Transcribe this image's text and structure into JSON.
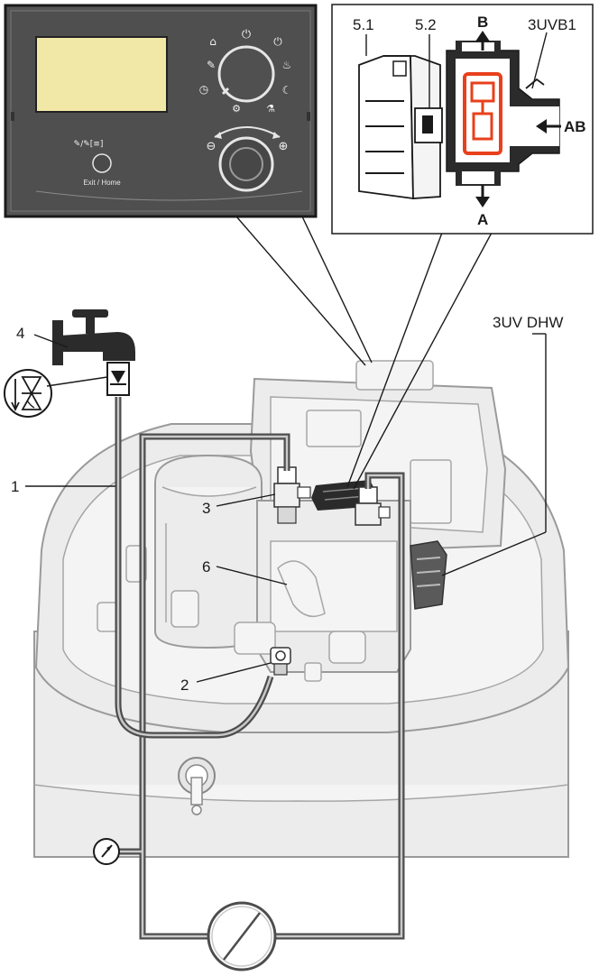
{
  "control_panel": {
    "exit_home_label": "Exit / Home",
    "minus_symbol": "⊖",
    "plus_symbol": "⊕"
  },
  "valve_detail": {
    "labels": {
      "part_5_1": "5.1",
      "part_5_2": "5.2",
      "port_b": "B",
      "valve_name": "3UVB1",
      "port_ab": "AB",
      "port_a": "A"
    },
    "colors": {
      "valve_highlight": "#e8401c"
    }
  },
  "callouts": {
    "item_1": "1",
    "item_2": "2",
    "item_3": "3",
    "item_4": "4",
    "item_6": "6",
    "dhw_valve": "3UV DHW"
  },
  "icons": [
    "tap-icon",
    "check-valve-icon",
    "backflow-preventer-icon",
    "pressure-gauge-icon",
    "pump-icon"
  ]
}
